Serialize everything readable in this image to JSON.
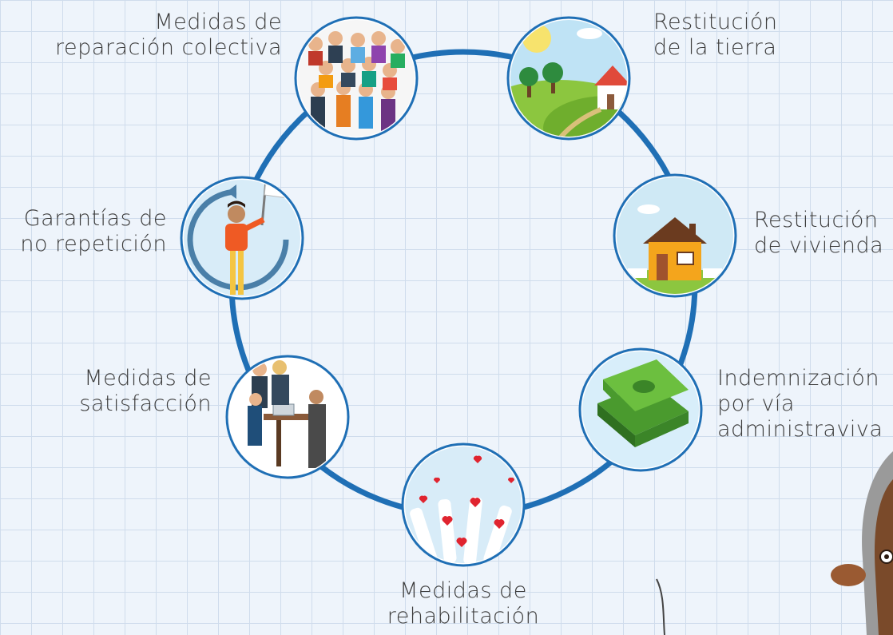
{
  "colors": {
    "ring": "#1f6fb5",
    "node_border": "#1f6fb5",
    "text": "#3c3c3c"
  },
  "nodes": [
    {
      "icon": "crowd-icon",
      "lines": [
        "Medidas de",
        "reparación colectiva"
      ]
    },
    {
      "icon": "landscape-house-icon",
      "lines": [
        "Restitución",
        "de la tierra"
      ]
    },
    {
      "icon": "house-icon",
      "lines": [
        "Restitución",
        "de vivienda"
      ]
    },
    {
      "icon": "money-icon",
      "lines": [
        "Indemnización",
        "por vía",
        "administraviva"
      ]
    },
    {
      "icon": "hearts-hands-icon",
      "lines": [
        "Medidas de",
        "rehabilitación"
      ]
    },
    {
      "icon": "meeting-icon",
      "lines": [
        "Medidas de",
        "satisfacción"
      ]
    },
    {
      "icon": "flag-person-icon",
      "lines": [
        "Garantías de",
        "no repetición"
      ]
    }
  ]
}
